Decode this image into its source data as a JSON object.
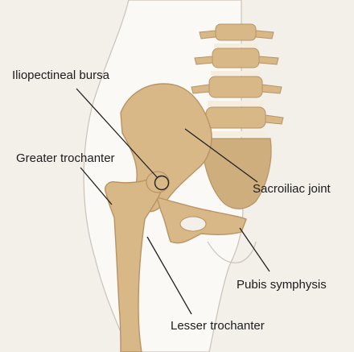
{
  "labels": {
    "iliopectineal_bursa": "Iliopectineal bursa",
    "greater_trochanter": "Greater trochanter",
    "sacroiliac_joint": "Sacroiliac joint",
    "pubis_symphysis": "Pubis symphysis",
    "lesser_trochanter": "Lesser trochanter"
  },
  "colors": {
    "background": "#f3efe9",
    "bone": "#d9b887",
    "bone_shadow": "#b89363",
    "disc": "#f5eedf",
    "skin": "#ffffff",
    "leader": "#222222"
  }
}
